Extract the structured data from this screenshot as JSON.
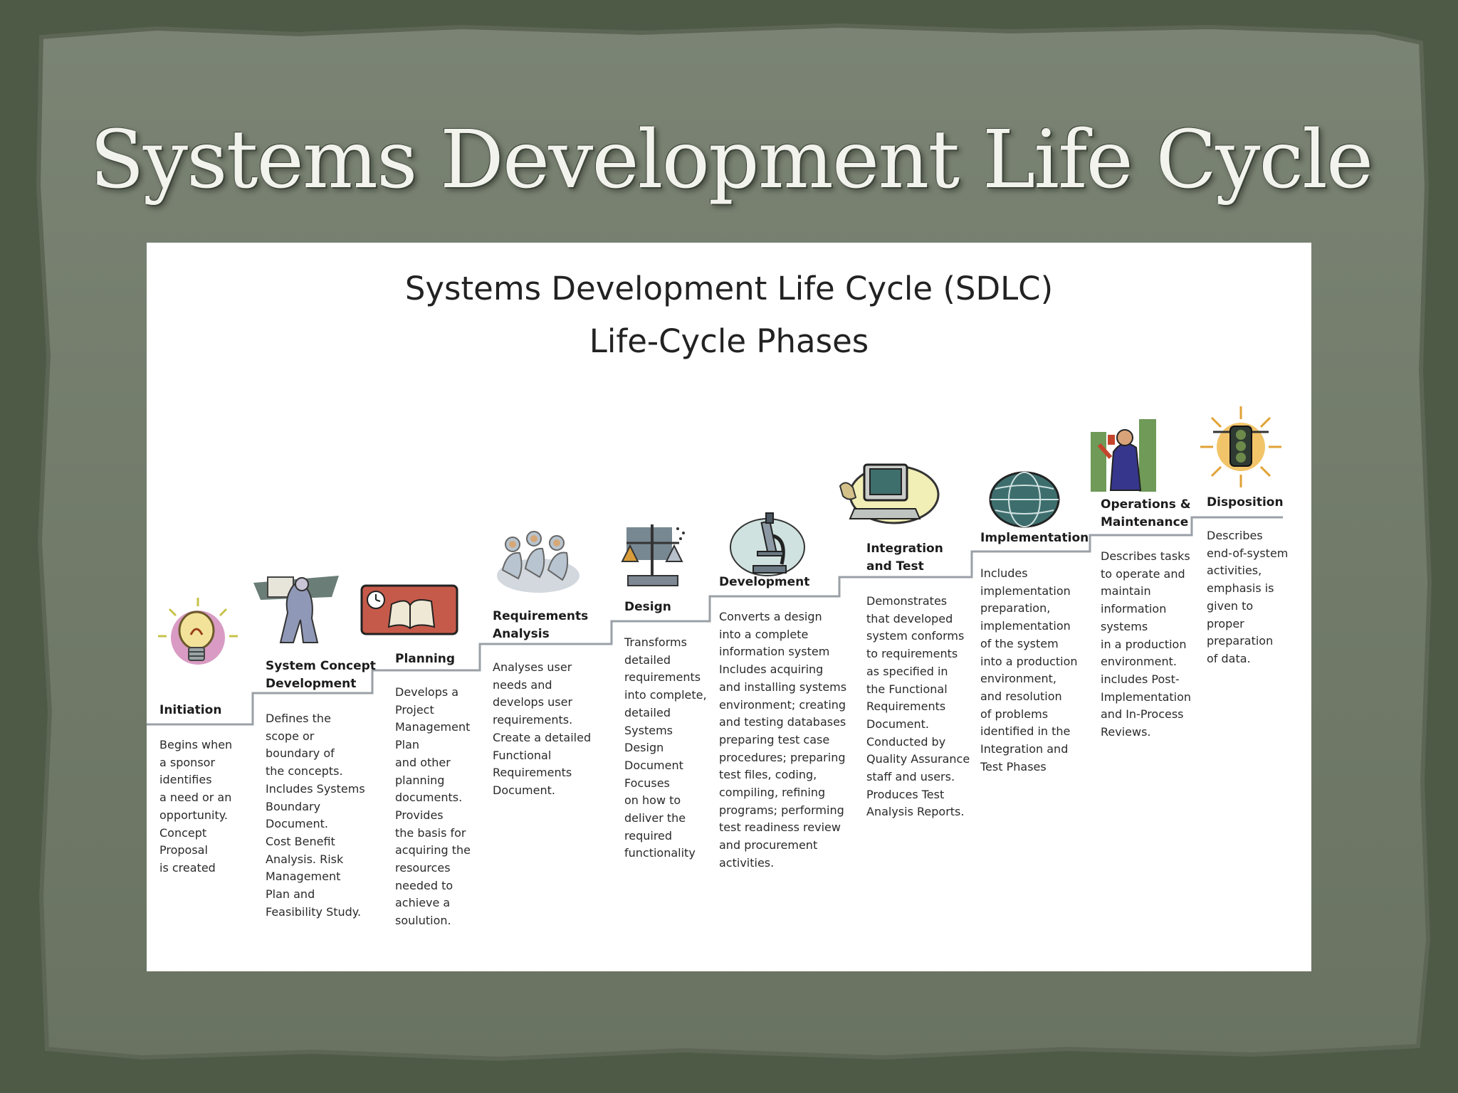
{
  "slide": {
    "title": "Systems Development Life Cycle"
  },
  "diagram": {
    "title": "Systems Development Life Cycle (SDLC)",
    "subtitle": "Life-Cycle Phases",
    "phases": [
      {
        "name": "Initiation",
        "icon": "lightbulb-icon",
        "description": "Begins when\na sponsor\nidentifies\na need or an\nopportunity.\nConcept\nProposal\nis created"
      },
      {
        "name": "System Concept\nDevelopment",
        "icon": "figure-with-document-icon",
        "description": "Defines the\nscope or\nboundary of\nthe concepts.\nIncludes Systems\nBoundary\nDocument.\nCost Benefit\nAnalysis. Risk\nManagement\nPlan and\nFeasibility Study."
      },
      {
        "name": "Planning",
        "icon": "open-book-icon",
        "description": "Develops a\nProject\nManagement\nPlan\nand other\nplanning\ndocuments.\nProvides\nthe basis for\nacquiring the\nresources\nneeded to\nachieve a\nsoulution."
      },
      {
        "name": "Requirements\nAnalysis",
        "icon": "team-meeting-icon",
        "description": "Analyses user\nneeds and\ndevelops user\nrequirements.\nCreate a detailed\nFunctional\nRequirements\nDocument."
      },
      {
        "name": "Design",
        "icon": "drafting-scale-icon",
        "description": "Transforms\ndetailed\nrequirements\ninto complete,\ndetailed\nSystems\nDesign\nDocument\nFocuses\non how to\ndeliver the\nrequired\nfunctionality"
      },
      {
        "name": "Development",
        "icon": "microscope-icon",
        "description": "Converts a design\ninto a complete\ninformation system\nIncludes acquiring\nand installing systems\nenvironment; creating\nand testing databases\npreparing test case\nprocedures; preparing\ntest files, coding,\ncompiling, refining\nprograms; performing\ntest readiness review\nand procurement\nactivities."
      },
      {
        "name": "Integration\nand Test",
        "icon": "computer-icon",
        "description": "Demonstrates\nthat developed\nsystem conforms\nto requirements\nas specified in\nthe Functional\nRequirements\nDocument.\nConducted by\nQuality Assurance\nstaff and users.\nProduces Test\nAnalysis Reports."
      },
      {
        "name": "Implementation",
        "icon": "globe-icon",
        "description": "Includes\nimplementation\npreparation,\nimplementation\nof the system\ninto a production\nenvironment,\nand resolution\nof problems\nidentified in the\nIntegration and\nTest Phases"
      },
      {
        "name": "Operations &\nMaintenance",
        "icon": "worker-icon",
        "description": "Describes tasks\nto operate and\nmaintain\ninformation\nsystems\nin a production\nenvironment.\nincludes Post-\nImplementation\nand In-Process\nReviews."
      },
      {
        "name": "Disposition",
        "icon": "traffic-light-icon",
        "description": "Describes\nend-of-system\nactivities,\nemphasis is\ngiven to\nproper\npreparation\nof data."
      }
    ]
  },
  "colors": {
    "background": "#4f5a47",
    "frame": "#6f7867",
    "panel": "#ffffff",
    "step_line": "#9aa0a6"
  }
}
